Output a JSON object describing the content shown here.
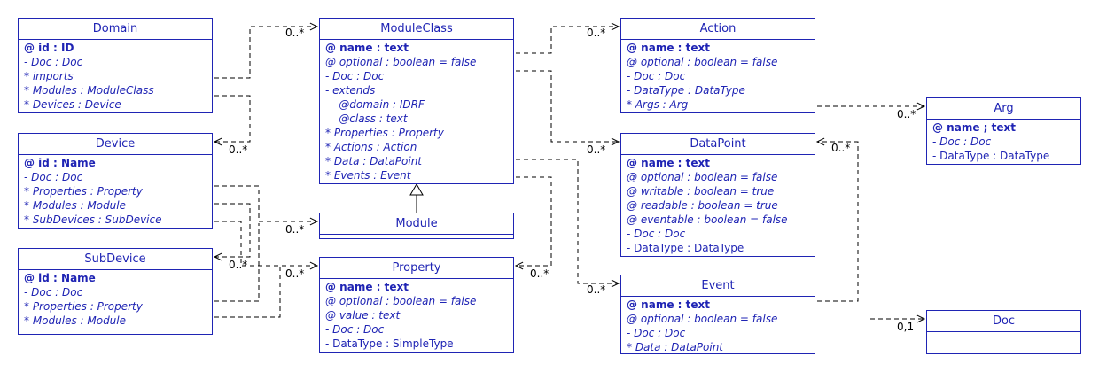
{
  "classes": {
    "domain": {
      "name": "Domain",
      "attrs": [
        {
          "t": "@ id : ID",
          "bold": true
        },
        {
          "t": "- Doc : Doc",
          "italic": true
        },
        {
          "t": "* imports",
          "italic": true
        },
        {
          "t": "* Modules : ModuleClass",
          "italic": true
        },
        {
          "t": "* Devices : Device",
          "italic": true
        }
      ]
    },
    "device": {
      "name": "Device",
      "attrs": [
        {
          "t": "@ id : Name",
          "bold": true
        },
        {
          "t": "- Doc : Doc",
          "italic": true
        },
        {
          "t": "* Properties : Property",
          "italic": true
        },
        {
          "t": "* Modules : Module",
          "italic": true
        },
        {
          "t": "* SubDevices : SubDevice",
          "italic": true
        }
      ]
    },
    "subdevice": {
      "name": "SubDevice",
      "attrs": [
        {
          "t": "@ id : Name",
          "bold": true
        },
        {
          "t": "- Doc : Doc",
          "italic": true
        },
        {
          "t": "* Properties : Property",
          "italic": true
        },
        {
          "t": "* Modules : Module",
          "italic": true
        }
      ]
    },
    "moduleclass": {
      "name": "ModuleClass",
      "attrs": [
        {
          "t": "@ name : text",
          "bold": true
        },
        {
          "t": "@ optional : boolean = false",
          "italic": true
        },
        {
          "t": "- Doc : Doc",
          "italic": true
        },
        {
          "t": "- extends",
          "italic": true
        },
        {
          "t": "    @domain : IDRF",
          "italic": true
        },
        {
          "t": "    @class : text",
          "italic": true
        },
        {
          "t": "* Properties : Property",
          "italic": true
        },
        {
          "t": "* Actions : Action",
          "italic": true
        },
        {
          "t": "* Data : DataPoint",
          "italic": true
        },
        {
          "t": "* Events : Event",
          "italic": true
        }
      ]
    },
    "module": {
      "name": "Module",
      "attrs": []
    },
    "property": {
      "name": "Property",
      "attrs": [
        {
          "t": "@ name : text",
          "bold": true
        },
        {
          "t": "@ optional : boolean = false",
          "italic": true
        },
        {
          "t": "@ value : text",
          "italic": true
        },
        {
          "t": "- Doc : Doc",
          "italic": true
        },
        {
          "t": "- DataType : SimpleType"
        }
      ]
    },
    "action": {
      "name": "Action",
      "attrs": [
        {
          "t": "@ name : text",
          "bold": true
        },
        {
          "t": "@ optional : boolean = false",
          "italic": true
        },
        {
          "t": "- Doc : Doc",
          "italic": true
        },
        {
          "t": "- DataType : DataType",
          "italic": true
        },
        {
          "t": "* Args : Arg",
          "italic": true
        }
      ]
    },
    "datapoint": {
      "name": "DataPoint",
      "attrs": [
        {
          "t": "@ name : text",
          "bold": true
        },
        {
          "t": "@ optional : boolean = false",
          "italic": true
        },
        {
          "t": "@ writable : boolean = true",
          "italic": true
        },
        {
          "t": "@ readable : boolean = true",
          "italic": true
        },
        {
          "t": "@ eventable : boolean = false",
          "italic": true
        },
        {
          "t": "- Doc : Doc",
          "italic": true
        },
        {
          "t": "- DataType : DataType"
        }
      ]
    },
    "event": {
      "name": "Event",
      "attrs": [
        {
          "t": "@ name : text",
          "bold": true
        },
        {
          "t": "@ optional : boolean = false",
          "italic": true
        },
        {
          "t": "- Doc : Doc",
          "italic": true
        },
        {
          "t": "* Data : DataPoint",
          "italic": true
        }
      ]
    },
    "arg": {
      "name": "Arg",
      "attrs": [
        {
          "t": "@ name ; text",
          "bold": true
        },
        {
          "t": "- Doc : Doc",
          "italic": true
        },
        {
          "t": "- DataType : DataType"
        }
      ]
    },
    "doc": {
      "name": "Doc",
      "attrs": []
    }
  },
  "multiplicities": {
    "domain_moduleclass": "0..*",
    "domain_device": "0..*",
    "device_module": "0..*",
    "device_subdevice": "0..*",
    "device_property": "0..*",
    "moduleclass_property": "0..*",
    "moduleclass_action": "0..*",
    "moduleclass_datapoint": "0..*",
    "moduleclass_event": "0..*",
    "action_arg": "0..*",
    "event_datapoint": "0..*",
    "doc": "0,1"
  },
  "colors": {
    "class_border": "#1f24b4",
    "class_text": "#1f24b4",
    "connector": "#000000"
  }
}
